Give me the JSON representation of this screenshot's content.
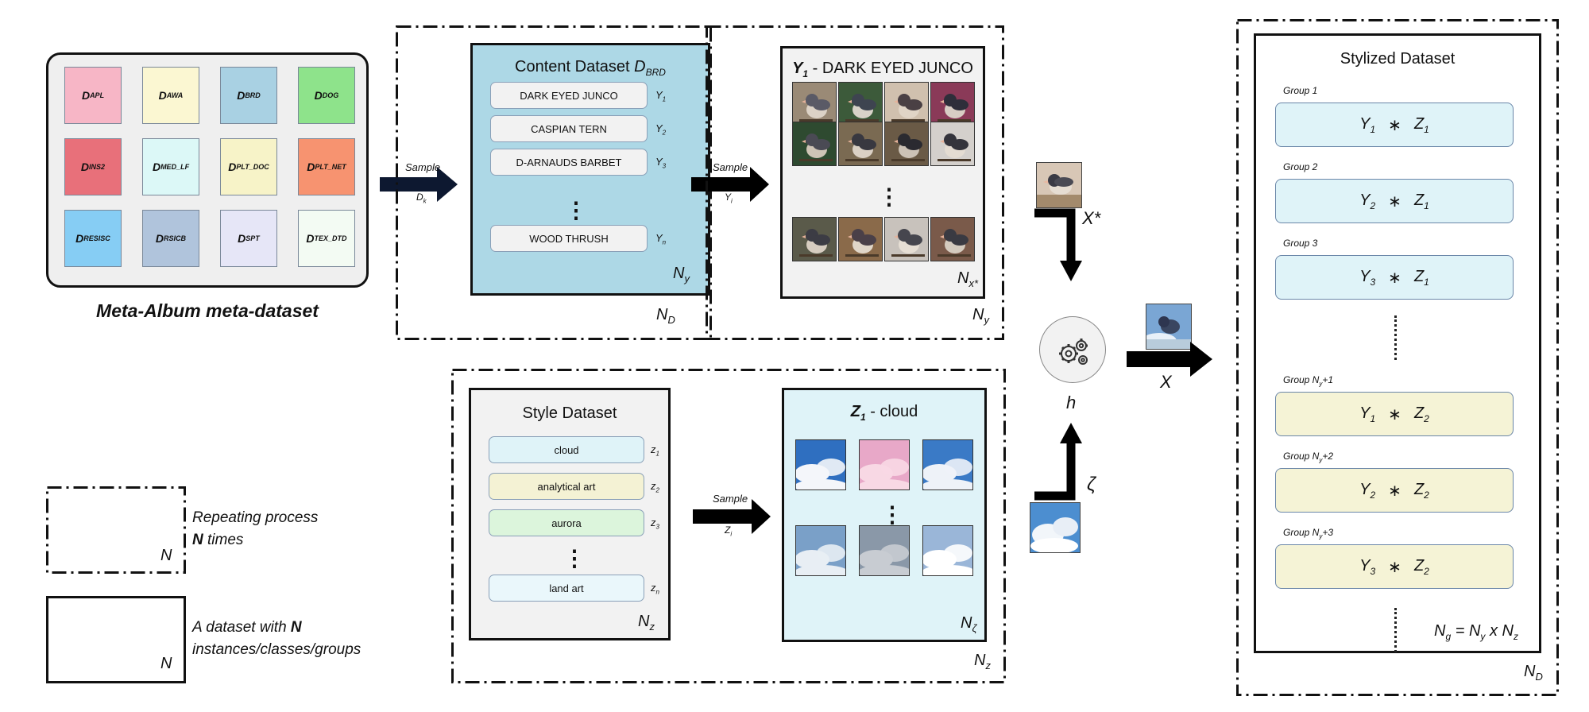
{
  "meta_album": {
    "caption": "Meta-Album meta-dataset",
    "tiles": [
      {
        "main": "D",
        "sub": "APL",
        "color": "#f7b6c6"
      },
      {
        "main": "D",
        "sub": "AWA",
        "color": "#fbf7d2"
      },
      {
        "main": "D",
        "sub": "BRD",
        "color": "#a9d1e3"
      },
      {
        "main": "D",
        "sub": "DOG",
        "color": "#8ee38b"
      },
      {
        "main": "D",
        "sub": "INS2",
        "color": "#e8707a"
      },
      {
        "main": "D",
        "sub": "MED_LF",
        "color": "#dcf8f7"
      },
      {
        "main": "D",
        "sub": "PLT_DOC",
        "color": "#f7f3c8"
      },
      {
        "main": "D",
        "sub": "PLT_NET",
        "color": "#f79370"
      },
      {
        "main": "D",
        "sub": "RESISC",
        "color": "#86cdf4"
      },
      {
        "main": "D",
        "sub": "RSICB",
        "color": "#b0c4dc"
      },
      {
        "main": "D",
        "sub": "SPT",
        "color": "#e6e6f7"
      },
      {
        "main": "D",
        "sub": "TEX_DTD",
        "color": "#f3fbf3"
      }
    ]
  },
  "arrows": {
    "sample1": {
      "label": "Sample",
      "sub_main": "D",
      "sub_sub": "k"
    },
    "sample2": {
      "label": "Sample",
      "sub_main": "Y",
      "sub_sub": "i"
    },
    "sample3": {
      "label": "Sample",
      "sub_main": "Z",
      "sub_sub": "i"
    },
    "x_star": "X*",
    "zeta": "ζ",
    "x": "X",
    "h": "h"
  },
  "content_dataset": {
    "title": "Content Dataset",
    "title_sym_main": "D",
    "title_sym_sub": "BRD",
    "items": [
      {
        "label": "DARK EYED JUNCO",
        "y": "Y",
        "sub": "1"
      },
      {
        "label": "CASPIAN TERN",
        "y": "Y",
        "sub": "2"
      },
      {
        "label": "D-ARNAUDS BARBET",
        "y": "Y",
        "sub": "3"
      },
      {
        "label": "WOOD THRUSH",
        "y": "Y",
        "sub": "n"
      }
    ],
    "corner_main": "N",
    "corner_sub": "y"
  },
  "outer_nd": {
    "main": "N",
    "sub": "D"
  },
  "outer_ny": {
    "main": "N",
    "sub": "y"
  },
  "class_panel": {
    "title_sym_main": "Y",
    "title_sym_sub": "1",
    "title_text": " - DARK EYED JUNCO",
    "corner_main": "N",
    "corner_sub": "x*"
  },
  "style_dataset": {
    "title": "Style Dataset",
    "items": [
      {
        "label": "cloud",
        "z": "z",
        "sub": "1",
        "color": "#dff3f8"
      },
      {
        "label": "analytical art",
        "z": "z",
        "sub": "2",
        "color": "#f4f2d4"
      },
      {
        "label": "aurora",
        "z": "z",
        "sub": "3",
        "color": "#dcf5dc"
      },
      {
        "label": "land art",
        "z": "z",
        "sub": "n",
        "color": "#eaf7fb"
      }
    ],
    "corner_main": "N",
    "corner_sub": "z"
  },
  "style_panel": {
    "title_sym_main": "Z",
    "title_sym_sub": "1",
    "title_text": " - cloud",
    "corner_main": "N",
    "corner_sub": "ζ"
  },
  "outer_nz": {
    "main": "N",
    "sub": "z"
  },
  "stylized": {
    "title": "Stylized Dataset",
    "groups": [
      {
        "label": "Group 1",
        "label_sub": "",
        "label_suffix": "",
        "y_sub": "1",
        "z_sub": "1",
        "color": "#dff3f8"
      },
      {
        "label": "Group 2",
        "label_sub": "",
        "label_suffix": "",
        "y_sub": "2",
        "z_sub": "1",
        "color": "#dff3f8"
      },
      {
        "label": "Group 3",
        "label_sub": "",
        "label_suffix": "",
        "y_sub": "3",
        "z_sub": "1",
        "color": "#dff3f8"
      },
      {
        "label": "Group N",
        "label_sub": "y",
        "label_suffix": "+1",
        "y_sub": "1",
        "z_sub": "2",
        "color": "#f5f3d6"
      },
      {
        "label": "Group N",
        "label_sub": "y",
        "label_suffix": "+2",
        "y_sub": "2",
        "z_sub": "2",
        "color": "#f5f3d6"
      },
      {
        "label": "Group N",
        "label_sub": "y",
        "label_suffix": "+3",
        "y_sub": "3",
        "z_sub": "2",
        "color": "#f5f3d6"
      }
    ],
    "formula_left_main": "N",
    "formula_left_sub": "g",
    "formula_eq": " = ",
    "formula_a_main": "N",
    "formula_a_sub": "y",
    "formula_x": " x ",
    "formula_b_main": "N",
    "formula_b_sub": "z",
    "corner_main": "N",
    "corner_sub": "D"
  },
  "legend": {
    "repeat_line1": "Repeating process",
    "repeat_line2_bold": "N",
    "repeat_line2_rest": " times",
    "repeat_corner": "N",
    "dataset_line1_a": "A dataset with ",
    "dataset_line1_bold": "N",
    "dataset_line2": "instances/classes/groups",
    "dataset_corner": "N"
  },
  "symbols": {
    "y": "Y",
    "z": "Z",
    "star": "∗",
    "vdots": "⋮"
  }
}
